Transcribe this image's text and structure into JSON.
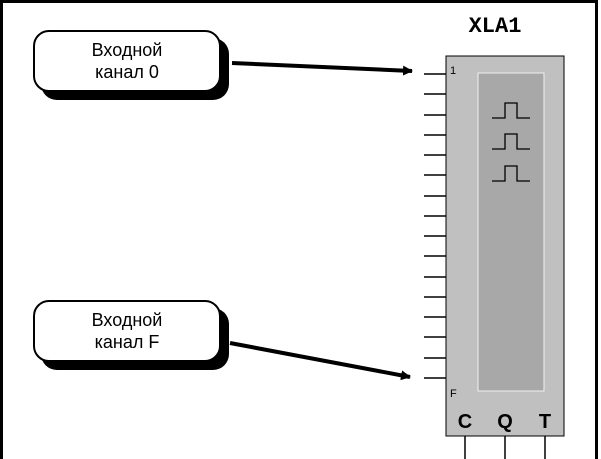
{
  "component": {
    "title": "XLA1",
    "pin_top_label": "1",
    "pin_bottom_label": "F",
    "bottom_pins": [
      "C",
      "Q",
      "T"
    ],
    "input_pin_count": 16,
    "body_color": "#c0c0c0",
    "screen_color": "#a8a8a8"
  },
  "callouts": [
    {
      "line1": "Входной",
      "line2": "канал 0"
    },
    {
      "line1": "Входной",
      "line2": "канал F"
    }
  ],
  "icon": "logic-analyzer-waveform-icon"
}
